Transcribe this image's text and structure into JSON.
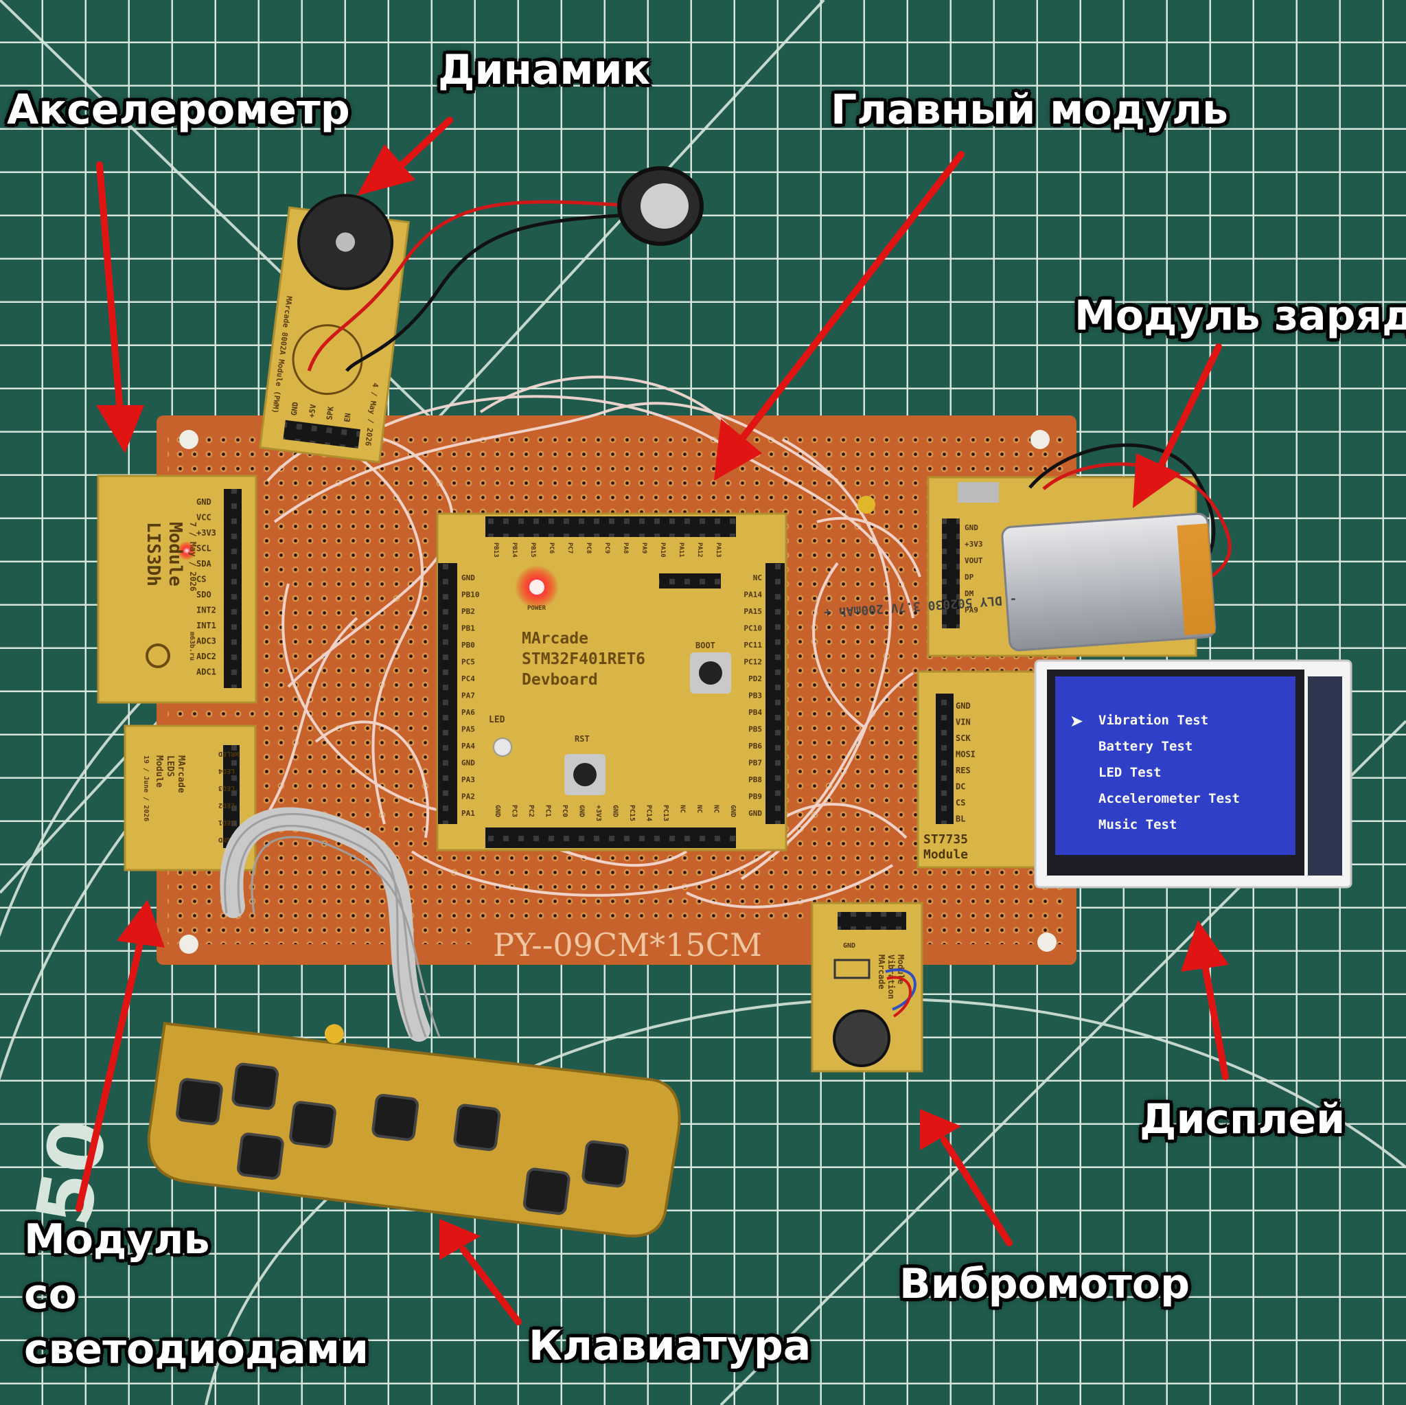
{
  "labels": {
    "accelerometer": "Акселерометр",
    "speaker": "Динамик",
    "main_module": "Главный модуль",
    "charge_module": "Модуль заряда",
    "display": "Дисплей",
    "vibromotor": "Вибромотор",
    "keyboard": "Клавиатура",
    "led_module": [
      "Модуль",
      "со",
      "светодиодами"
    ]
  },
  "boards": {
    "main_title": [
      "MArcade",
      "STM32F401RET6",
      "Devboard"
    ],
    "main_power": "POWER",
    "main_boot": "BOOT",
    "main_rst": "RST",
    "main_led": "LED",
    "main_left_pins": [
      "GND",
      "PB10",
      "PB2",
      "PB1",
      "PB0",
      "PC5",
      "PC4",
      "PA7",
      "PA6",
      "PA5",
      "PA4",
      "GND",
      "PA3",
      "PA2",
      "PA1"
    ],
    "main_right_pins": [
      "NC",
      "PA14",
      "PA15",
      "PC10",
      "PC11",
      "PC12",
      "PD2",
      "PB3",
      "PB4",
      "PB5",
      "PB6",
      "PB7",
      "PB8",
      "PB9",
      "GND"
    ],
    "main_bottom_pins": [
      "GND",
      "PC3",
      "PC2",
      "PC1",
      "PC0",
      "GND",
      "+3V3",
      "GND",
      "PC15",
      "PC14",
      "PC13",
      "NC",
      "NC",
      "NC",
      "GND"
    ],
    "main_top_pins": [
      "PB13",
      "PB14",
      "PB15",
      "PC6",
      "PC7",
      "PC8",
      "PC9",
      "PA8",
      "PA9",
      "PA10",
      "PA11",
      "PA12",
      "PA13"
    ],
    "lis_title": [
      "LIS3Dh",
      "Module"
    ],
    "lis_date": "7 / May / 2026",
    "lis_site": "m63b.ru",
    "lis_pins": [
      "GND",
      "VCC",
      "+3V3",
      "SCL",
      "SDA",
      "CS",
      "SDO",
      "INT2",
      "INT1",
      "ADC3",
      "ADC2",
      "ADC1"
    ],
    "leds_text": [
      "MArcade",
      "LEDS",
      "Module",
      "19 / June / 2026"
    ],
    "leds_pins": [
      "WRLED",
      "LED4",
      "LED3",
      "LED2",
      "LED1",
      "GND"
    ],
    "speaker_text": [
      "MArcade 8002A Module (PWM)",
      "4 / May / 2026"
    ],
    "speaker_pins": [
      "GND",
      "+5V",
      "SPK",
      "EN"
    ],
    "charge_pins": [
      "GND",
      "+3V3",
      "VOUT",
      "DP",
      "DM",
      "PA9"
    ],
    "battery_text": "- DLY 502030 3.7V 200mAh +",
    "st_pins": [
      "GND",
      "VIN",
      "SCK",
      "MOSI",
      "RES",
      "DC",
      "CS",
      "BL"
    ],
    "st_title": [
      "ST7735",
      "Module"
    ],
    "vib_text": [
      "MArcade",
      "Vibration",
      "Module"
    ],
    "vib_pin": "GND",
    "perfboard": "PY--09CM*15CM",
    "ruler": "50"
  },
  "screen": {
    "selector": "➤",
    "items": [
      "Vibration Test",
      "Battery Test",
      "LED Test",
      "Accelerometer Test",
      "Music Test"
    ]
  },
  "colors": {
    "mat": "#1f5a4c",
    "grid_line": "#d7e5dc",
    "perfboard": "#c8622c",
    "pcb": "#d9b548",
    "arrow": "#e11414",
    "screen": "#2f3fc8"
  }
}
